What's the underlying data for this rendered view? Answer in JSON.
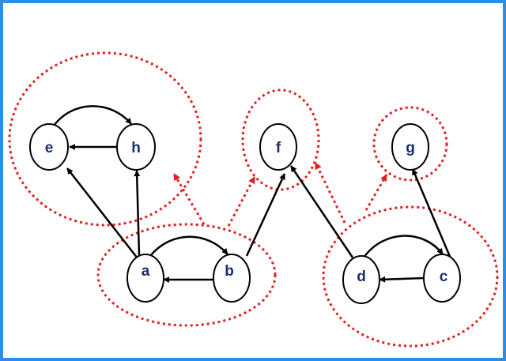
{
  "nodes": [
    {
      "id": "e",
      "label": "e"
    },
    {
      "id": "h",
      "label": "h"
    },
    {
      "id": "f",
      "label": "f"
    },
    {
      "id": "g",
      "label": "g"
    },
    {
      "id": "a",
      "label": "a"
    },
    {
      "id": "b",
      "label": "b"
    },
    {
      "id": "d",
      "label": "d"
    },
    {
      "id": "c",
      "label": "c"
    }
  ],
  "edges": [
    {
      "from": "e",
      "to": "h"
    },
    {
      "from": "h",
      "to": "e"
    },
    {
      "from": "a",
      "to": "e"
    },
    {
      "from": "a",
      "to": "h"
    },
    {
      "from": "a",
      "to": "b"
    },
    {
      "from": "b",
      "to": "a"
    },
    {
      "from": "b",
      "to": "f"
    },
    {
      "from": "d",
      "to": "f"
    },
    {
      "from": "d",
      "to": "c"
    },
    {
      "from": "c",
      "to": "d"
    },
    {
      "from": "c",
      "to": "g"
    }
  ],
  "components": [
    {
      "members": [
        "e",
        "h"
      ]
    },
    {
      "members": [
        "f"
      ]
    },
    {
      "members": [
        "g"
      ]
    },
    {
      "members": [
        "a",
        "b"
      ]
    },
    {
      "members": [
        "d",
        "c"
      ]
    }
  ],
  "component_edges": [
    {
      "from": "a,b",
      "to": "e,h"
    },
    {
      "from": "a,b",
      "to": "f"
    },
    {
      "from": "d,c",
      "to": "f"
    },
    {
      "from": "d,c",
      "to": "g"
    }
  ],
  "colors": {
    "border": "#2e8ee6",
    "node_stroke": "#000000",
    "label": "#1a2e6e",
    "edge": "#000000",
    "component": "#e02020"
  }
}
